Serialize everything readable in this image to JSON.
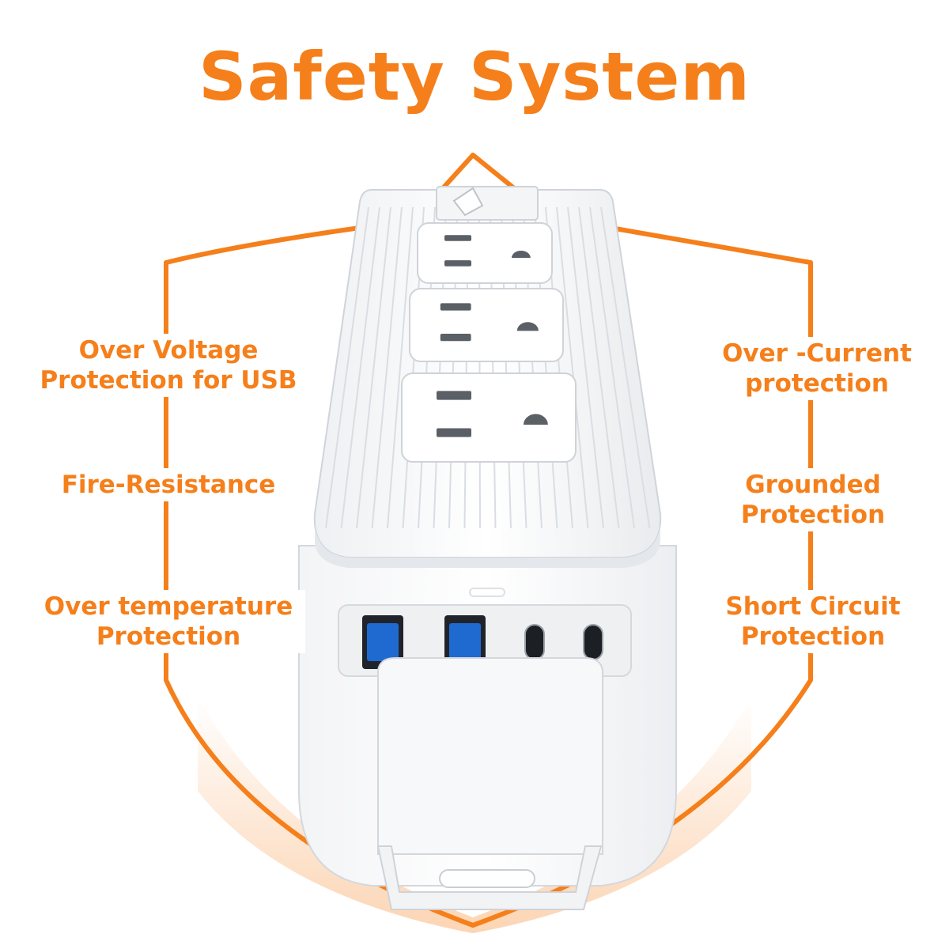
{
  "title": "Safety System",
  "colors": {
    "accent": "#f57f1a",
    "device": "#ffffff",
    "device_shade": "#e3e6ea",
    "usb_blue": "#1f6ad1"
  },
  "features_left": [
    {
      "lines": [
        "Over Voltage",
        "Protection for USB"
      ]
    },
    {
      "lines": [
        "Fire-Resistance"
      ]
    },
    {
      "lines": [
        "Over temperature",
        "Protection"
      ]
    }
  ],
  "features_right": [
    {
      "lines": [
        "Over -Current",
        "protection"
      ]
    },
    {
      "lines": [
        "Grounded",
        "Protection"
      ]
    },
    {
      "lines": [
        "Short Circuit",
        "Protection"
      ]
    }
  ],
  "device": {
    "ac_outlets": 3,
    "usb_a_ports": 2,
    "usb_c_ports": 2
  }
}
